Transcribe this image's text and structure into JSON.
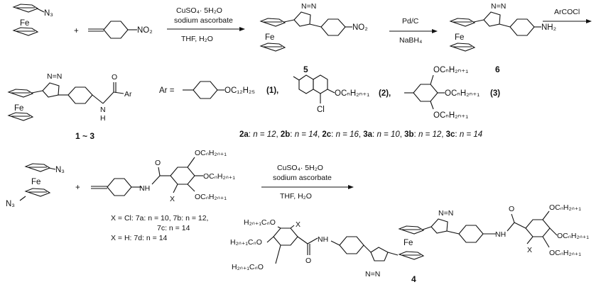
{
  "row1": {
    "reagents_1": [
      "CuSO₄· 5H₂O",
      "sodium ascorbate"
    ],
    "conditions_1": "THF, H₂O",
    "reagents_2": "Pd/C",
    "conditions_2": "NaBH₄",
    "reagents_3": "ArCOCl",
    "compound_5": "5",
    "compound_6": "6",
    "group_N3": "N₃",
    "group_NO2": "NO₂",
    "group_NH2": "NH₂",
    "metal": "Fe",
    "plus": "+"
  },
  "row2": {
    "compounds_label": "1 ~ 3",
    "ar_equals": "Ar =",
    "ar1_chain": "OC₁₂H₂₅",
    "ar1_label": "(1),",
    "ar2_chain": "OCₙH₂ₙ₊₁",
    "ar2_label": "(2),",
    "ar2_cl": "Cl",
    "ar3_chain_top": "OCₙH₂ₙ₊₁",
    "ar3_chain_mid": "OCₙH₂ₙ₊₁",
    "ar3_chain_bot": "OCₙH₂ₙ₊₁",
    "ar3_label": "(3)",
    "amide_N": "N",
    "amide_H": "H",
    "amide_O": "O",
    "ar_abbrev": "Ar",
    "variants": [
      {
        "id": "2a",
        "value": "n = 12"
      },
      {
        "id": "2b",
        "value": "n = 14"
      },
      {
        "id": "2c",
        "value": "n = 16"
      },
      {
        "id": "3a",
        "value": "n = 10"
      },
      {
        "id": "3b",
        "value": "n = 12"
      },
      {
        "id": "3c",
        "value": "n = 14"
      }
    ]
  },
  "row3": {
    "reagents": [
      "CuSO₄· 5H₂O",
      "sodium ascorbate"
    ],
    "conditions": "THF, H₂O",
    "x_sub": "X",
    "nh": "NH",
    "chain": "OCₙH₂ₙ₊₁",
    "chain_left": "H₂ₙ₊₁CₙO",
    "chain_left_mid": "H₂ₙ₊₁CₙO",
    "chain_left_bot": "H₂ₙ₊₁CₙO",
    "x_cl_line1": "X = Cl: 7a: n = 10, 7b: n = 12,",
    "x_cl_line2": "7c: n = 14",
    "x_h_line": "X = H: 7d: n = 14",
    "product_label": "4"
  }
}
